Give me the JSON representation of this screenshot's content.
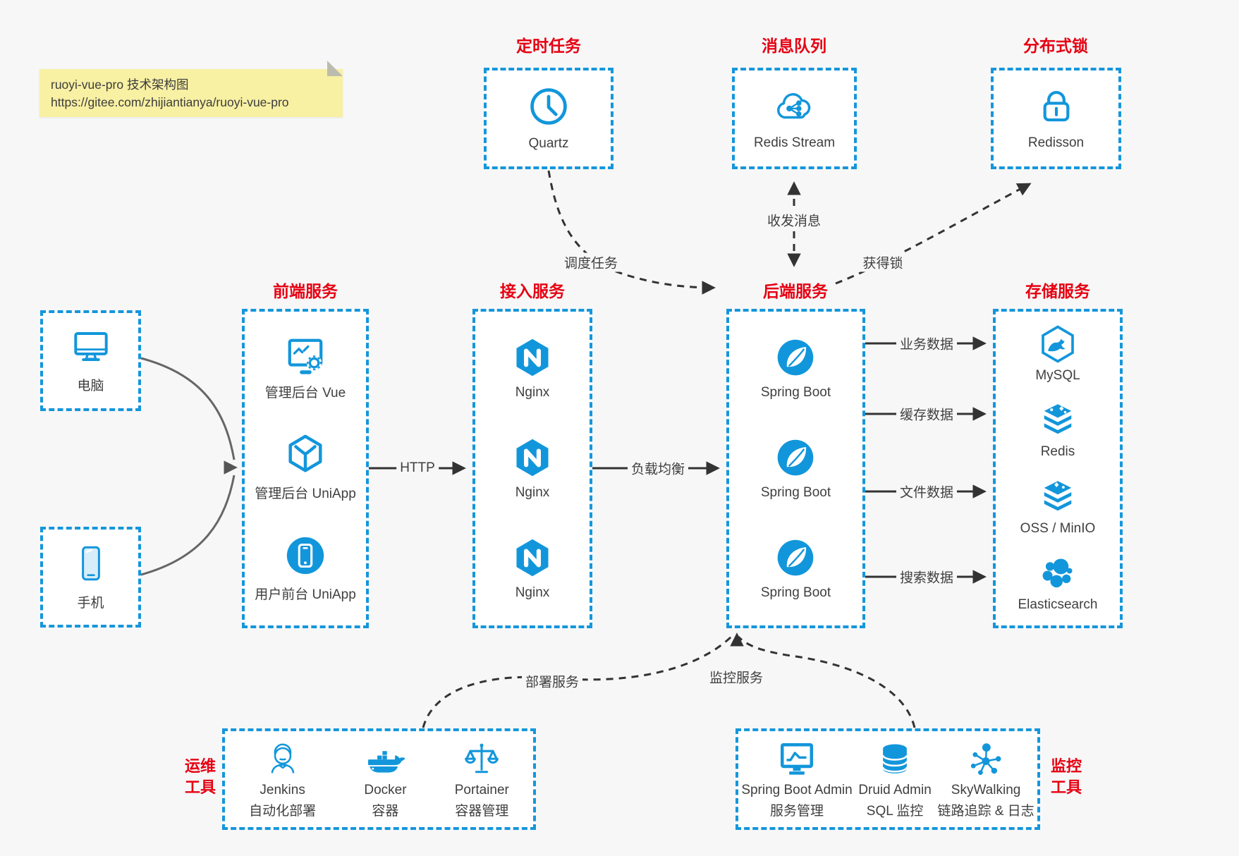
{
  "note": {
    "line1": "ruoyi-vue-pro 技术架构图",
    "line2": "https://gitee.com/zhijiantianya/ruoyi-vue-pro"
  },
  "colors": {
    "accent": "#1296db",
    "title_red": "#e60012",
    "page_bg": "#f7f7f7",
    "note_bg": "#f8f0a3"
  },
  "top": {
    "scheduler": {
      "title": "定时任务",
      "item": "Quartz"
    },
    "mq": {
      "title": "消息队列",
      "item": "Redis Stream"
    },
    "lock": {
      "title": "分布式锁",
      "item": "Redisson"
    }
  },
  "clients": {
    "computer": "电脑",
    "phone": "手机"
  },
  "columns": {
    "frontend": {
      "title": "前端服务",
      "items": [
        {
          "label": "管理后台 Vue"
        },
        {
          "label": "管理后台 UniApp"
        },
        {
          "label": "用户前台 UniApp"
        }
      ]
    },
    "gateway": {
      "title": "接入服务",
      "items": [
        {
          "label": "Nginx"
        },
        {
          "label": "Nginx"
        },
        {
          "label": "Nginx"
        }
      ]
    },
    "backend": {
      "title": "后端服务",
      "items": [
        {
          "label": "Spring Boot"
        },
        {
          "label": "Spring Boot"
        },
        {
          "label": "Spring Boot"
        }
      ]
    },
    "storage": {
      "title": "存储服务",
      "items": [
        {
          "label": "MySQL"
        },
        {
          "label": "Redis"
        },
        {
          "label": "OSS / MinIO"
        },
        {
          "label": "Elasticsearch"
        }
      ]
    }
  },
  "bottom": {
    "ops": {
      "title_line1": "运维",
      "title_line2": "工具",
      "items": [
        {
          "name": "Jenkins",
          "desc": "自动化部署"
        },
        {
          "name": "Docker",
          "desc": "容器"
        },
        {
          "name": "Portainer",
          "desc": "容器管理"
        }
      ]
    },
    "monitoring": {
      "title_line1": "监控",
      "title_line2": "工具",
      "items": [
        {
          "name": "Spring Boot Admin",
          "desc": "服务管理"
        },
        {
          "name": "Druid Admin",
          "desc": "SQL 监控"
        },
        {
          "name": "SkyWalking",
          "desc": "链路追踪 & 日志"
        }
      ]
    }
  },
  "edges": {
    "http": "HTTP",
    "load_balance": "负载均衡",
    "business_data": "业务数据",
    "cache_data": "缓存数据",
    "file_data": "文件数据",
    "search_data": "搜索数据",
    "schedule_task": "调度任务",
    "send_receive_message": "收发消息",
    "acquire_lock": "获得锁",
    "deploy_service": "部署服务",
    "monitor_service": "监控服务"
  }
}
